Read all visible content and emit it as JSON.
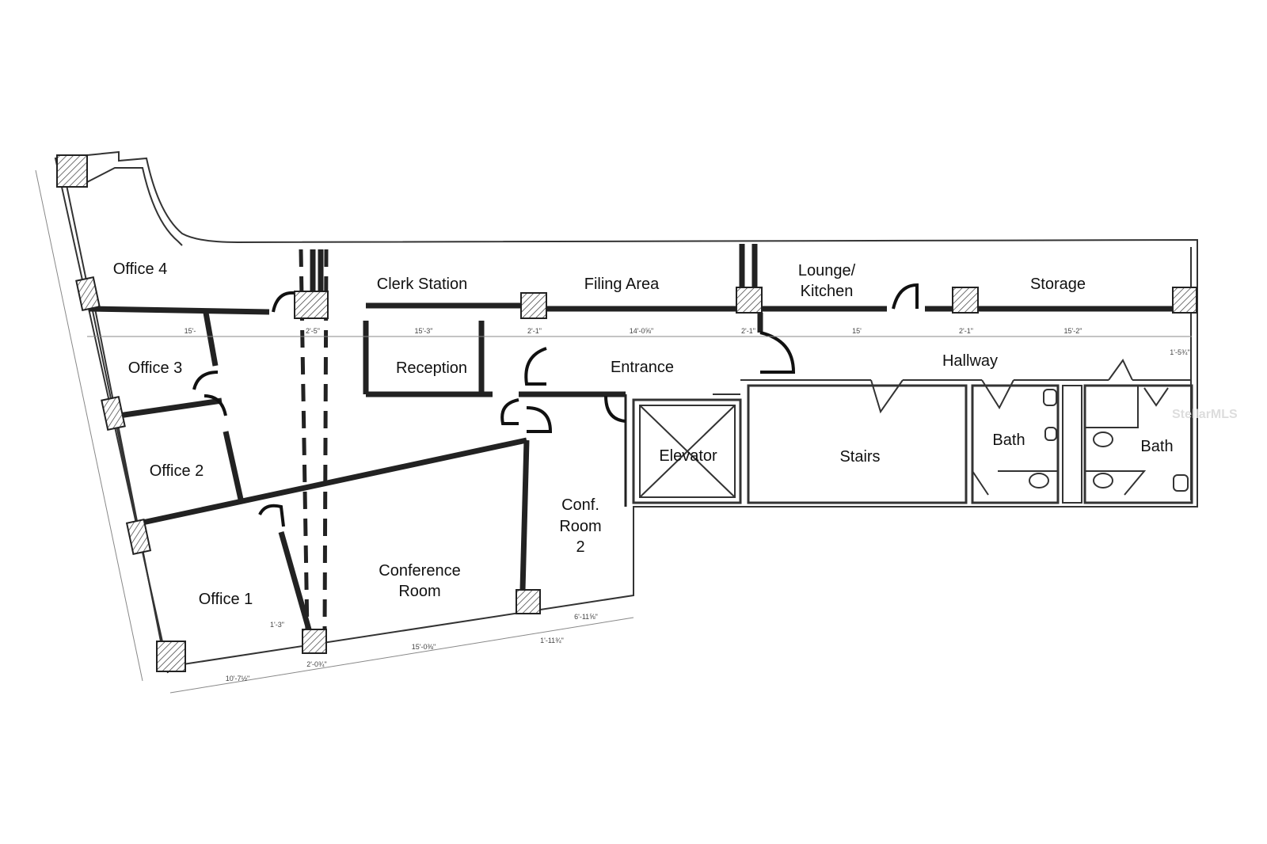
{
  "rooms": {
    "office4": "Office 4",
    "office3": "Office 3",
    "office2": "Office 2",
    "office1": "Office 1",
    "clerk": "Clerk Station",
    "reception": "Reception",
    "filing": "Filing Area",
    "lounge_l1": "Lounge/",
    "lounge_l2": "Kitchen",
    "storage": "Storage",
    "entrance": "Entrance",
    "hallway": "Hallway",
    "elevator": "Elevator",
    "stairs": "Stairs",
    "bath1": "Bath",
    "bath2": "Bath",
    "conf_l1": "Conference",
    "conf_l2": "Room",
    "conf2_l1": "Conf.",
    "conf2_l2": "Room",
    "conf2_l3": "2"
  },
  "dimensions": {
    "d_office4_width": "15'-",
    "d_col1": "2'-5\"",
    "d_clerk": "15'-3\"",
    "d_col2": "2'-1\"",
    "d_filing": "14'-0⅝\"",
    "d_col3": "2'-1\"",
    "d_lounge": "15'",
    "d_col4": "2'-1\"",
    "d_storage": "15'-2\"",
    "d_right": "1'-5¾\"",
    "d_bottom1": "10'-7½\"",
    "d_bottom2": "2'-0¾\"",
    "d_bottom3": "15'-0⅜\"",
    "d_bottom4": "1'-11¾\"",
    "d_bottom5": "6'-11⅝\"",
    "d_small": "1'-3\""
  },
  "watermark": "StellarMLS"
}
